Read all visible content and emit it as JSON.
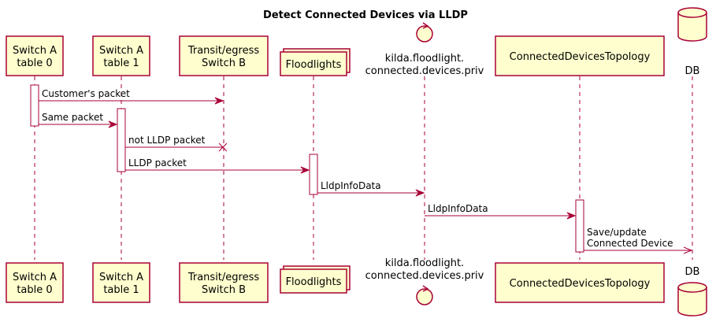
{
  "title": "Detect Connected Devices via LLDP",
  "colors": {
    "line": "#A80036",
    "box_fill": "#FEFECE",
    "activation_fill": "#FFFFFF"
  },
  "participants": [
    {
      "id": "swa0",
      "kind": "box",
      "lines": [
        "Switch A",
        "table 0"
      ]
    },
    {
      "id": "swa1",
      "kind": "box",
      "lines": [
        "Switch A",
        "table 1"
      ]
    },
    {
      "id": "swb",
      "kind": "box",
      "lines": [
        "Transit/egress",
        "Switch B"
      ]
    },
    {
      "id": "fl",
      "kind": "collections",
      "lines": [
        "Floodlights"
      ]
    },
    {
      "id": "kafka",
      "kind": "control",
      "lines": [
        "kilda.floodlight.",
        "connected.devices.priv"
      ]
    },
    {
      "id": "cdt",
      "kind": "box",
      "lines": [
        "ConnectedDevicesTopology"
      ]
    },
    {
      "id": "db",
      "kind": "database",
      "lines": [
        "DB"
      ]
    }
  ],
  "activations": [
    {
      "participant": "swa0",
      "from": 1,
      "to": 2
    },
    {
      "participant": "swa1",
      "from": 2,
      "to": 4
    },
    {
      "participant": "fl",
      "from": 4,
      "to": 5
    },
    {
      "participant": "cdt",
      "from": 6,
      "to": 7
    }
  ],
  "messages": [
    {
      "from": "swa0",
      "to": "swb",
      "label": [
        "Customer's packet"
      ],
      "end": "arrow"
    },
    {
      "from": "swa0",
      "to": "swa1",
      "label": [
        "Same packet"
      ],
      "end": "arrow"
    },
    {
      "from": "swa1",
      "to": "swb",
      "label": [
        "not LLDP packet"
      ],
      "end": "lost"
    },
    {
      "from": "swa1",
      "to": "fl",
      "label": [
        "LLDP packet"
      ],
      "end": "arrow"
    },
    {
      "from": "fl",
      "to": "kafka",
      "label": [
        "LldpInfoData"
      ],
      "end": "arrow"
    },
    {
      "from": "kafka",
      "to": "cdt",
      "label": [
        "LldpInfoData"
      ],
      "end": "arrow"
    },
    {
      "from": "cdt",
      "to": "db",
      "label": [
        "Save/update",
        "Connected Device"
      ],
      "end": "async"
    }
  ]
}
